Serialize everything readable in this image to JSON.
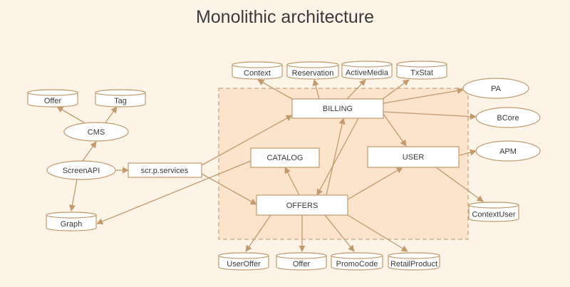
{
  "title": "Monolithic architecture",
  "colors": {
    "background": "#fdf3e7",
    "stroke": "#c29a6c",
    "region_fill": "#fbe3cc",
    "region_stroke": "#c9a07a",
    "text": "#3a3a3a"
  },
  "nodes": {
    "billing": "BILLING",
    "catalog": "CATALOG",
    "user": "USER",
    "offers": "OFFERS",
    "scr_services": "scr.p.services",
    "cms": "CMS",
    "screenapi": "ScreenAPI",
    "pa": "PA",
    "bcore": "BCore",
    "apm": "APM"
  },
  "stores": {
    "context": "Context",
    "reservation": "Reservation",
    "activemedia": "ActiveMedia",
    "txstat": "TxStat",
    "offer_top": "Offer",
    "tag": "Tag",
    "graph": "Graph",
    "contextuser": "ContextUser",
    "useroffer": "UserOffer",
    "offer_bottom": "Offer",
    "promocode": "PromoCode",
    "retailproduct": "RetailProduct"
  }
}
